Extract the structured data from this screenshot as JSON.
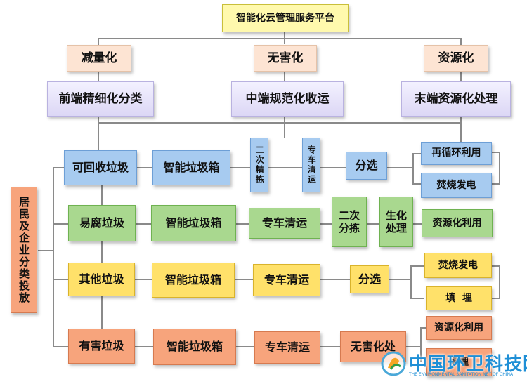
{
  "diagram": {
    "title": "智能化云管理服务平台",
    "goals": [
      "减量化",
      "无害化",
      "资源化"
    ],
    "stages": [
      "前端精细化分类",
      "中端规范化收运",
      "末端资源化处理"
    ],
    "source": "居民及企业分类投放",
    "rows": {
      "recyclable": {
        "category": "可回收垃圾",
        "bin": "智能垃圾箱",
        "transport_a": "二次精拣",
        "transport_b": "专车清运",
        "process": "分选",
        "outputs": [
          "再循环利用",
          "焚烧发电"
        ]
      },
      "kitchen": {
        "category": "易腐垃圾",
        "bin": "智能垃圾箱",
        "transport": "专车清运",
        "process_a": "二次分拣",
        "process_b": "生化处理",
        "outputs": [
          "资源化利用"
        ]
      },
      "other": {
        "category": "其他垃圾",
        "bin": "智能垃圾箱",
        "transport": "专车清运",
        "process": "分选",
        "outputs": [
          "焚烧发电",
          "填  埋"
        ]
      },
      "hazardous": {
        "category": "有害垃圾",
        "bin": "智能垃圾箱",
        "transport": "专车清运",
        "process": "无害化处",
        "outputs": [
          "资源化利用",
          "填埋"
        ]
      }
    }
  },
  "watermark": {
    "title": "中国环卫科技网",
    "subtitle": "THE ENVIRONMENTAL SANITATION NET OF CHINA"
  }
}
